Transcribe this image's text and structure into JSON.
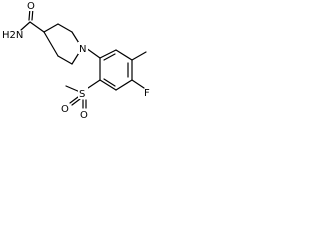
{
  "molecule": {
    "atoms": {
      "amide_nitrogen": "H2N",
      "amide_oxygen": "O",
      "ring_nitrogen": "N",
      "sulfur": "S",
      "sulfonyl_oxygen_1": "O",
      "sulfonyl_oxygen_2": "O",
      "fluorine": "F"
    }
  },
  "colors": {
    "bond": "#000000",
    "label": "#000000",
    "background": "#ffffff"
  }
}
